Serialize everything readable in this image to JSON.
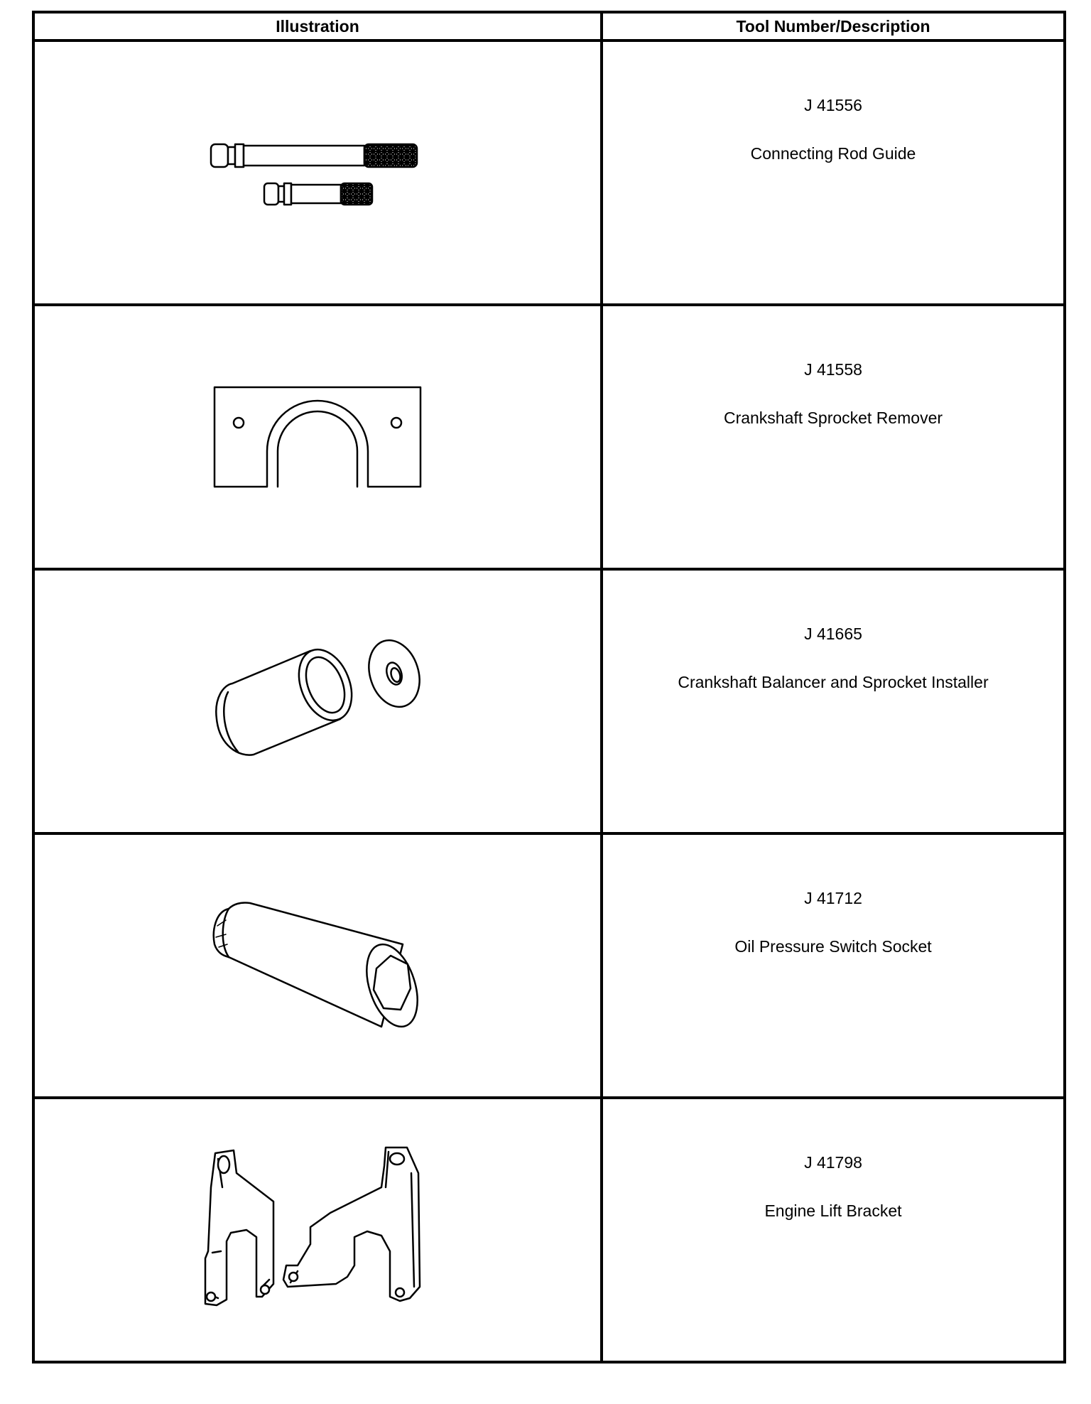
{
  "table": {
    "headers": [
      "Illustration",
      "Tool Number/Description"
    ],
    "rows": [
      {
        "number": "J 41556",
        "description": "Connecting Rod Guide",
        "icon": "connecting-rod-guide-icon"
      },
      {
        "number": "J 41558",
        "description": "Crankshaft Sprocket Remover",
        "icon": "crankshaft-sprocket-remover-icon"
      },
      {
        "number": "J 41665",
        "description": "Crankshaft Balancer and Sprocket Installer",
        "icon": "balancer-sprocket-installer-icon"
      },
      {
        "number": "J 41712",
        "description": "Oil Pressure Switch Socket",
        "icon": "oil-pressure-switch-socket-icon"
      },
      {
        "number": "J 41798",
        "description": "Engine Lift Bracket",
        "icon": "engine-lift-bracket-icon"
      }
    ]
  }
}
